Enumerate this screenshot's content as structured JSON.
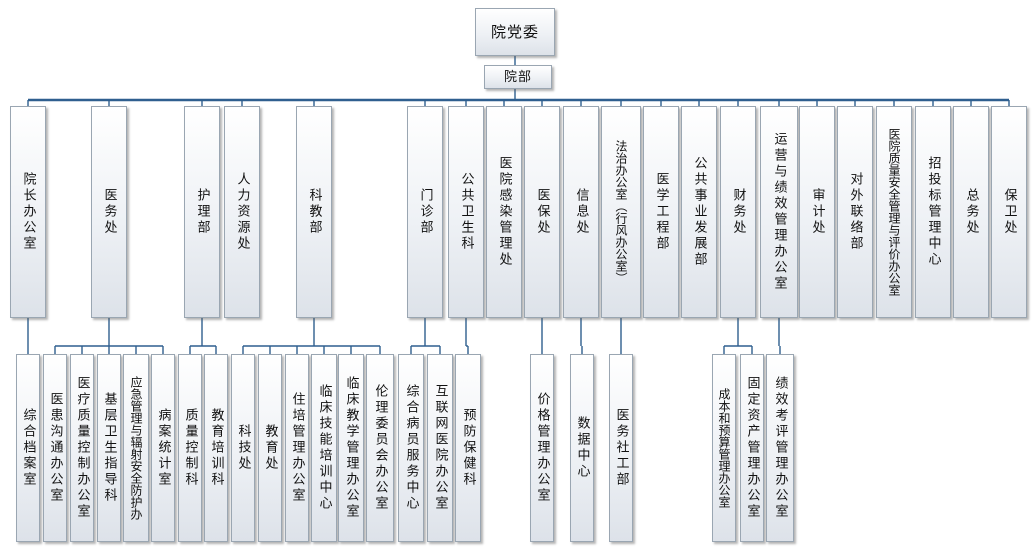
{
  "party": "院党委",
  "hospital": "院部",
  "departments": [
    {
      "id": "d1",
      "label": "院长办公室",
      "children": [
        {
          "label": "综合档案室"
        }
      ]
    },
    {
      "id": "d2",
      "label": "医务处",
      "children": [
        {
          "label": "医患沟通办公室"
        },
        {
          "label": "医疗质量控制办公室"
        },
        {
          "label": "基层卫生指导科"
        },
        {
          "label": "应急管理与辐射安全防护办"
        },
        {
          "label": "病案统计室"
        }
      ]
    },
    {
      "id": "d3",
      "label": "护理部",
      "children": [
        {
          "label": "质量控制科"
        },
        {
          "label": "教育培训科"
        }
      ]
    },
    {
      "id": "d4",
      "label": "人力资源处",
      "children": []
    },
    {
      "id": "d5",
      "label": "科教部",
      "children": [
        {
          "label": "科技处"
        },
        {
          "label": "教育处"
        },
        {
          "label": "住培管理办公室"
        },
        {
          "label": "临床技能培训中心"
        },
        {
          "label": "临床教学管理办公室"
        },
        {
          "label": "伦理委员会办公室"
        }
      ]
    },
    {
      "id": "d6",
      "label": "门诊部",
      "children": [
        {
          "label": "综合病员服务中心"
        },
        {
          "label": "互联网医院办公室"
        }
      ]
    },
    {
      "id": "d7",
      "label": "公共卫生科",
      "children": [
        {
          "label": "预防保健科"
        }
      ]
    },
    {
      "id": "d8",
      "label": "医院感染管理处",
      "children": []
    },
    {
      "id": "d9",
      "label": "医保处",
      "children": [
        {
          "label": "价格管理办公室"
        }
      ]
    },
    {
      "id": "d10",
      "label": "信息处",
      "children": [
        {
          "label": "数据中心"
        }
      ]
    },
    {
      "id": "d11",
      "label": "法治办公室（行风办公室）",
      "children": [
        {
          "label": "医务社工部"
        }
      ]
    },
    {
      "id": "d12",
      "label": "医学工程部",
      "children": []
    },
    {
      "id": "d13",
      "label": "公共事业发展部",
      "children": []
    },
    {
      "id": "d14",
      "label": "财务处",
      "children": [
        {
          "label": "成本和预算管理办公室"
        },
        {
          "label": "固定资产管理办公室"
        }
      ]
    },
    {
      "id": "d15",
      "label": "运营与绩效管理办公室",
      "children": [
        {
          "label": "绩效考评管理办公室"
        }
      ]
    },
    {
      "id": "d16",
      "label": "审计处",
      "children": []
    },
    {
      "id": "d17",
      "label": "对外联络部",
      "children": []
    },
    {
      "id": "d18",
      "label": "医院质量安全管理与评价办公室",
      "children": []
    },
    {
      "id": "d19",
      "label": "招投标管理中心",
      "children": []
    },
    {
      "id": "d20",
      "label": "总务处",
      "children": []
    },
    {
      "id": "d21",
      "label": "保卫处",
      "children": []
    }
  ]
}
